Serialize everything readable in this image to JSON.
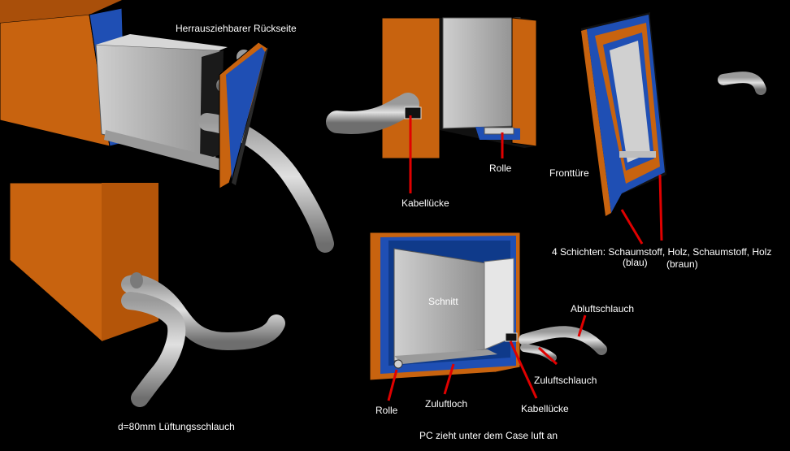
{
  "labels": {
    "rueckseite": "Herrausziehbarer Rückseite",
    "kabelluecke_top": "Kabellücke",
    "rolle_top": "Rolle",
    "frontture": "Fronttüre",
    "schichten": "4 Schichten: Schaumstoff, Holz, Schaumstoff, Holz",
    "blau": "(blau)",
    "braun": "(braun)",
    "schnitt": "Schnitt",
    "abluftschlauch": "Abluftschlauch",
    "zuluftschlauch": "Zuluftschlauch",
    "rolle_bottom": "Rolle",
    "zuluftloch": "Zuluftloch",
    "kabelluecke_bottom": "Kabellücke",
    "footer": "PC zieht unter dem Case luft an",
    "schlauch": "d=80mm Lüftungsschlauch"
  },
  "colors": {
    "wood": "#c8630f",
    "foam": "#1f4fb4",
    "metal": "#b4b4b4",
    "hose": "#bdbdbd",
    "pointer": "#e00000"
  }
}
